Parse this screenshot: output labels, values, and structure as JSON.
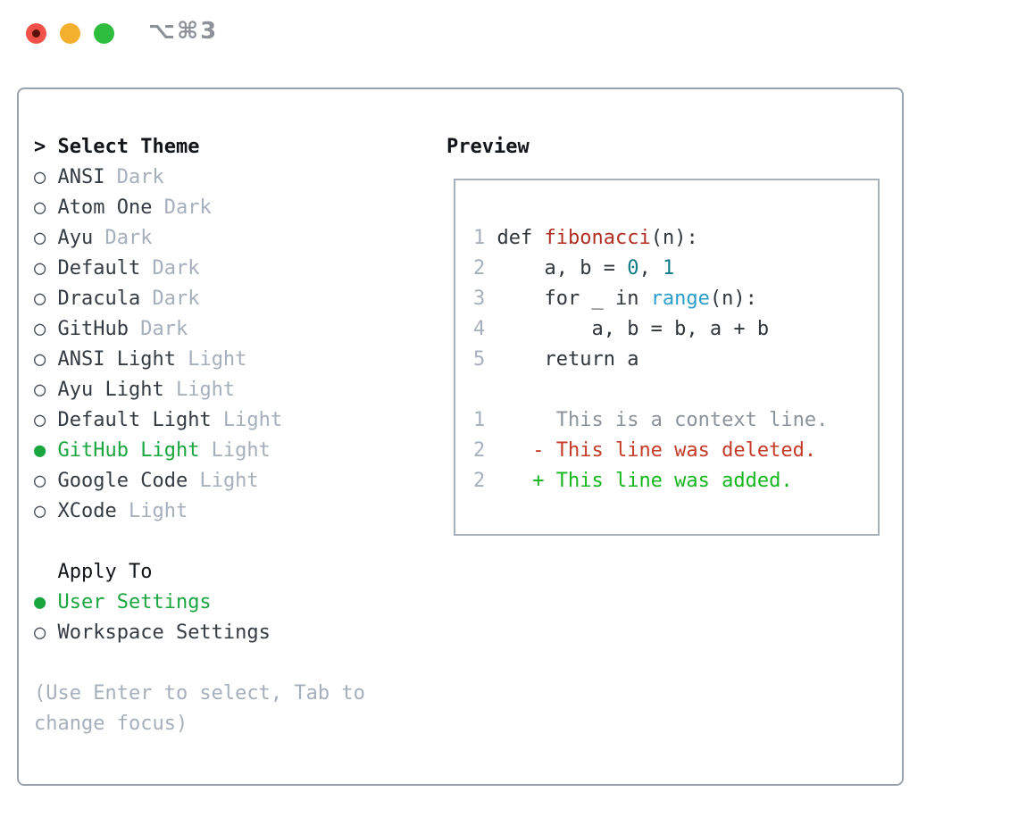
{
  "window": {
    "title": "⌥⌘3",
    "traffic_light_icons": [
      "close-icon",
      "minimize-icon",
      "zoom-icon"
    ]
  },
  "left": {
    "heading_prefix": "> ",
    "heading_label": "Select Theme",
    "themes": [
      {
        "bullet": "○",
        "name": "ANSI",
        "tag": "Dark",
        "selected": false
      },
      {
        "bullet": "○",
        "name": "Atom One",
        "tag": "Dark",
        "selected": false
      },
      {
        "bullet": "○",
        "name": "Ayu",
        "tag": "Dark",
        "selected": false
      },
      {
        "bullet": "○",
        "name": "Default",
        "tag": "Dark",
        "selected": false
      },
      {
        "bullet": "○",
        "name": "Dracula",
        "tag": "Dark",
        "selected": false
      },
      {
        "bullet": "○",
        "name": "GitHub",
        "tag": "Dark",
        "selected": false
      },
      {
        "bullet": "○",
        "name": "ANSI Light",
        "tag": "Light",
        "selected": false
      },
      {
        "bullet": "○",
        "name": "Ayu Light",
        "tag": "Light",
        "selected": false
      },
      {
        "bullet": "○",
        "name": "Default Light",
        "tag": "Light",
        "selected": false
      },
      {
        "bullet": "●",
        "name": "GitHub Light",
        "tag": "Light",
        "selected": true
      },
      {
        "bullet": "○",
        "name": "Google Code",
        "tag": "Light",
        "selected": false
      },
      {
        "bullet": "○",
        "name": "XCode",
        "tag": "Light",
        "selected": false
      }
    ],
    "apply_heading": "Apply To",
    "apply_options": [
      {
        "bullet": "●",
        "name": "User Settings",
        "selected": true
      },
      {
        "bullet": "○",
        "name": "Workspace Settings",
        "selected": false
      }
    ],
    "hint_lines": [
      "(Use Enter to select, Tab to",
      "change focus)"
    ]
  },
  "preview": {
    "heading": "Preview",
    "lines": [
      {
        "num": "1",
        "kind": "code",
        "tokens": [
          {
            "t": "def ",
            "c": "code"
          },
          {
            "t": "fibonacci",
            "c": "func"
          },
          {
            "t": "(n):",
            "c": "code"
          }
        ]
      },
      {
        "num": "2",
        "kind": "code",
        "tokens": [
          {
            "t": "    a, b = ",
            "c": "code"
          },
          {
            "t": "0",
            "c": "numlit"
          },
          {
            "t": ", ",
            "c": "code"
          },
          {
            "t": "1",
            "c": "numlit"
          }
        ]
      },
      {
        "num": "3",
        "kind": "code",
        "tokens": [
          {
            "t": "    for _ in ",
            "c": "code"
          },
          {
            "t": "range",
            "c": "builtin"
          },
          {
            "t": "(n):",
            "c": "code"
          }
        ]
      },
      {
        "num": "4",
        "kind": "code",
        "tokens": [
          {
            "t": "        a, b = b, a + b",
            "c": "code"
          }
        ]
      },
      {
        "num": "5",
        "kind": "code",
        "tokens": [
          {
            "t": "    return a",
            "c": "code"
          }
        ]
      },
      {
        "num": "",
        "kind": "blank",
        "tokens": []
      },
      {
        "num": "1",
        "kind": "diff-context",
        "tokens": [
          {
            "t": "     This is a context line.",
            "c": "context"
          }
        ]
      },
      {
        "num": "2",
        "kind": "diff-deleted",
        "tokens": [
          {
            "t": "   - This line was deleted.",
            "c": "deleted"
          }
        ]
      },
      {
        "num": "2",
        "kind": "diff-added",
        "tokens": [
          {
            "t": "   + This line was added.",
            "c": "added"
          }
        ]
      }
    ]
  },
  "colors": {
    "panel_border": "#9aa3ad",
    "box_border": "#a9b1ba",
    "heading_black": "#111418",
    "name_dark": "#343b42",
    "muted_gray": "#a6afbc",
    "bullet_gray": "#40474f",
    "accent_green": "#1aa63f",
    "added_green": "#16b71e",
    "deleted_red": "#c43b27",
    "func_red": "#b02e21",
    "num_teal": "#0e7b85",
    "builtin_blue": "#2b9dcb",
    "code_dark": "#30363b",
    "context_gray": "#8b939b",
    "linenum_gray": "#a6b0bc",
    "title_gray": "#8c9197",
    "tl_red": "#f0524a",
    "tl_red_dot": "#5a1208",
    "tl_yellow": "#f3b02f",
    "tl_green": "#2fbd3f"
  }
}
